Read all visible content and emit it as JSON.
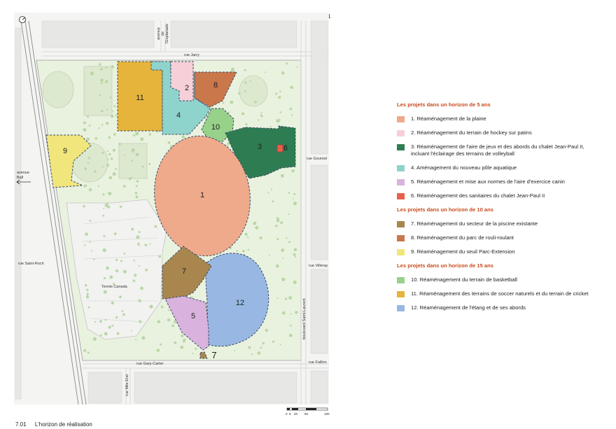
{
  "page_number": "7.01",
  "caption": {
    "number": "7.01",
    "title": "L'horizon de réalisation"
  },
  "streets": {
    "jarry": "rue Jarry",
    "esplanade": [
      "avenue",
      "de",
      "l'Esplanade"
    ],
    "gounod": "rue Gounod",
    "villeray": "rue Villeray",
    "faillon": "rue Faillon",
    "gary_carter": "rue Gary-Carter",
    "mile_end": "rue Mile End",
    "saint_roch": "rue Saint-Roch",
    "ball": [
      "avenue",
      "Ball"
    ],
    "saint_laurent": "boulevard Saint-Laurent"
  },
  "tennis_label": "Tennis Canada",
  "scale_labels": [
    "0",
    "5",
    "20",
    "50",
    "100"
  ],
  "zones": [
    {
      "id": "1",
      "label": "1",
      "color": "#eeaa8a"
    },
    {
      "id": "2",
      "label": "2",
      "color": "#f7cfd8"
    },
    {
      "id": "3",
      "label": "3",
      "color": "#2e7d52"
    },
    {
      "id": "4",
      "label": "4",
      "color": "#8fd3cd"
    },
    {
      "id": "5",
      "label": "5",
      "color": "#d9b3dd"
    },
    {
      "id": "6",
      "label": "6",
      "color": "#e8604c"
    },
    {
      "id": "7",
      "label": "7",
      "color": "#a8864e"
    },
    {
      "id": "8",
      "label": "8",
      "color": "#c9774b"
    },
    {
      "id": "9",
      "label": "9",
      "color": "#f1e67c"
    },
    {
      "id": "10",
      "label": "10",
      "color": "#98d18a"
    },
    {
      "id": "11",
      "label": "11",
      "color": "#e6b43b"
    },
    {
      "id": "12",
      "label": "12",
      "color": "#98b8e3"
    }
  ],
  "legend": [
    {
      "heading": "Les projets dans un horizon de 5 ans",
      "items": [
        {
          "color": "#eeaa8a",
          "lines": [
            "1. Réaménagement de la plaine"
          ]
        },
        {
          "color": "#f7cfd8",
          "lines": [
            "2. Réaménagement du terrain de hockey sur patins"
          ]
        },
        {
          "color": "#2e7d52",
          "lines": [
            "3. Réaménagement de l'aire de jeux et des abords du chalet Jean-Paul II,",
            "incluant l'éclairage des terrains de volleyball"
          ]
        },
        {
          "color": "#8fd3cd",
          "lines": [
            "4. Aménagement du nouveau pôle aquatique"
          ]
        },
        {
          "color": "#d9b3dd",
          "lines": [
            "5. Réaménagement et mise aux normes de l'aire d'exercice canin"
          ]
        },
        {
          "color": "#e8604c",
          "lines": [
            "6. Réaménagement des sanitaires du chalet Jean-Paul II"
          ]
        }
      ]
    },
    {
      "heading": "Les projets dans un horizon de 10 ans",
      "items": [
        {
          "color": "#a8864e",
          "lines": [
            "7. Réaménagement du secteur de la piscine existante"
          ]
        },
        {
          "color": "#c9774b",
          "lines": [
            "8. Réaménagement du parc de rouli-roulant"
          ]
        },
        {
          "color": "#f1e67c",
          "lines": [
            "9. Réaménagement du seuil Parc-Extension"
          ]
        }
      ]
    },
    {
      "heading": "Les projets dans un horizon de 15 ans",
      "items": [
        {
          "color": "#98d18a",
          "lines": [
            "10. Réaménagement du terrain de basketball"
          ]
        },
        {
          "color": "#e6b43b",
          "lines": [
            "11. Réaménagement des terrains de soccer naturels et du terrain de cricket"
          ]
        },
        {
          "color": "#98b8e3",
          "lines": [
            "12. Réaménagement de l'étang et de ses abords"
          ]
        }
      ]
    }
  ]
}
